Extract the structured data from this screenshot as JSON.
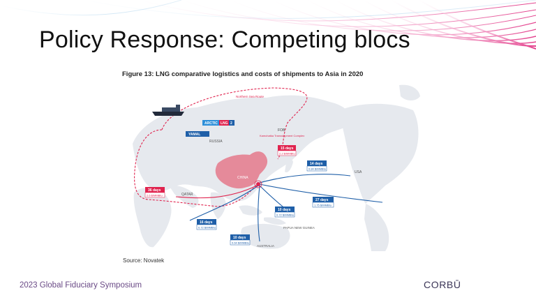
{
  "slide": {
    "title": "Policy Response: Competing blocs"
  },
  "figure": {
    "title": "Figure 13: LNG comparative logistics and costs of shipments to Asia in 2020",
    "source": "Source: Novatek",
    "region_labels": {
      "russia": "RUSSIA",
      "china": "CHINA",
      "qatar": "QATAR",
      "usa": "USA",
      "papua": "PAPUA NEW GUINEA",
      "australia": "AUSTRALIA",
      "fob": "FOB",
      "kamchatka": "Kamchatka Transshipment Complex",
      "northern_sea_route": "Northern Sea Route"
    },
    "project_tags": {
      "yamal": "YAMAL",
      "arctic": "ARCTIC",
      "lng": "LNG",
      "lng_num": "2"
    },
    "routes": [
      {
        "id": "kamchatka",
        "days": "15 days",
        "cost": "2.2 $/MMBtu",
        "color": "#e0234e"
      },
      {
        "id": "usa",
        "days": "14 days",
        "cost": "0.84 $/MMBtu",
        "color": "#1f5fa8"
      },
      {
        "id": "qatar",
        "days": "36 days",
        "cost": "2.6 $/MMBtu",
        "color": "#e0234e"
      },
      {
        "id": "pacific",
        "days": "27 days",
        "cost": "1.75 $/MMBtu",
        "color": "#1f5fa8"
      },
      {
        "id": "png",
        "days": "10 days",
        "cost": "0.72 $/MMBtu",
        "color": "#1f5fa8"
      },
      {
        "id": "indian",
        "days": "16 days",
        "cost": "0.72 $/MMBtu",
        "color": "#1f5fa8"
      },
      {
        "id": "australia",
        "days": "10 days",
        "cost": "0.64 $/MMBtu",
        "color": "#1f5fa8"
      }
    ]
  },
  "footer": {
    "event": "2023 Global Fiduciary Symposium",
    "brand": "CORBŪ"
  },
  "colors": {
    "accent_pink": "#f04e98",
    "accent_purple": "#6a4a86",
    "route_red": "#e0234e",
    "route_blue": "#1f5fa8",
    "china_fill": "#e58a9a"
  }
}
